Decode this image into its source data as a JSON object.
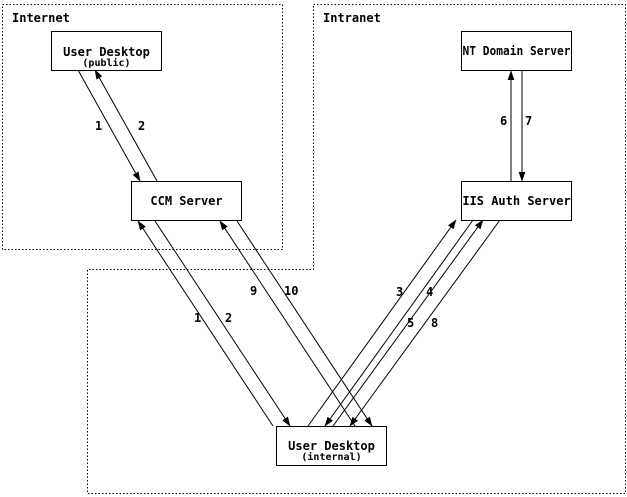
{
  "diagram": {
    "background": "#ffffff",
    "stroke_color": "#000000",
    "regions": {
      "internet": {
        "label": "Internet"
      },
      "intranet": {
        "label": "Intranet"
      }
    },
    "nodes": {
      "user_desktop_public": {
        "title": "User Desktop",
        "subtitle": "(public)"
      },
      "ccm_server": {
        "title": "CCM Server"
      },
      "nt_domain_server": {
        "title": "NT Domain Server"
      },
      "iis_auth_server": {
        "title": "IIS Auth Server"
      },
      "user_desktop_internal": {
        "title": "User Desktop",
        "subtitle": "(internal)"
      }
    },
    "connections": [
      {
        "label": "1",
        "from": "user_desktop_public",
        "to": "ccm_server"
      },
      {
        "label": "2",
        "from": "ccm_server",
        "to": "user_desktop_public"
      },
      {
        "label": "1",
        "from": "user_desktop_internal",
        "to": "ccm_server"
      },
      {
        "label": "2",
        "from": "ccm_server",
        "to": "user_desktop_internal"
      },
      {
        "label": "9",
        "from": "user_desktop_internal",
        "to": "ccm_server"
      },
      {
        "label": "10",
        "from": "ccm_server",
        "to": "user_desktop_internal"
      },
      {
        "label": "3",
        "from": "user_desktop_internal",
        "to": "iis_auth_server"
      },
      {
        "label": "4",
        "from": "iis_auth_server",
        "to": "user_desktop_internal"
      },
      {
        "label": "5",
        "from": "user_desktop_internal",
        "to": "iis_auth_server"
      },
      {
        "label": "8",
        "from": "iis_auth_server",
        "to": "user_desktop_internal"
      },
      {
        "label": "6",
        "from": "iis_auth_server",
        "to": "nt_domain_server"
      },
      {
        "label": "7",
        "from": "nt_domain_server",
        "to": "iis_auth_server"
      }
    ]
  }
}
